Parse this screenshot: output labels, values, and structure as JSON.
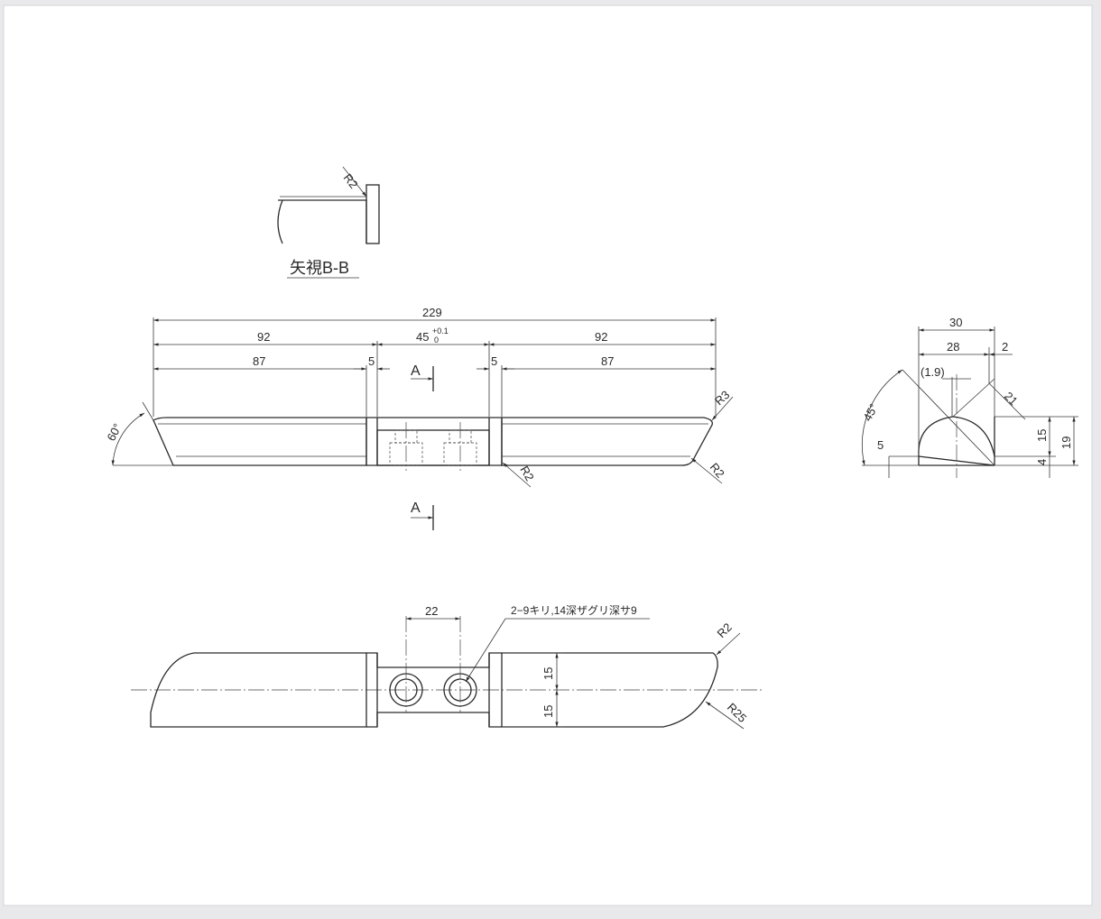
{
  "view_bb": {
    "label": "矢視B-B",
    "radius": "R2"
  },
  "front": {
    "overall": "229",
    "left_len": "92",
    "center_len": "45",
    "tol_upper": "+0.1",
    "tol_lower": "0",
    "right_len": "92",
    "left_inner": "87",
    "right_inner": "87",
    "gap_left": "5",
    "gap_right": "5",
    "angle": "60°",
    "r3": "R3",
    "r2_right": "R2",
    "r2_center": "R2",
    "section_top": "A",
    "section_bottom": "A"
  },
  "side": {
    "w30": "30",
    "w28": "28",
    "w2": "2",
    "d19": "(1.9)",
    "d21": "21",
    "angle45": "45°",
    "h15": "15",
    "h19": "19",
    "h4": "4",
    "h5": "5"
  },
  "plan": {
    "pitch": "22",
    "note": "2−9キリ,14深ザグリ深サ9",
    "half_upper": "15",
    "half_lower": "15",
    "r2": "R2",
    "r25": "R25"
  }
}
